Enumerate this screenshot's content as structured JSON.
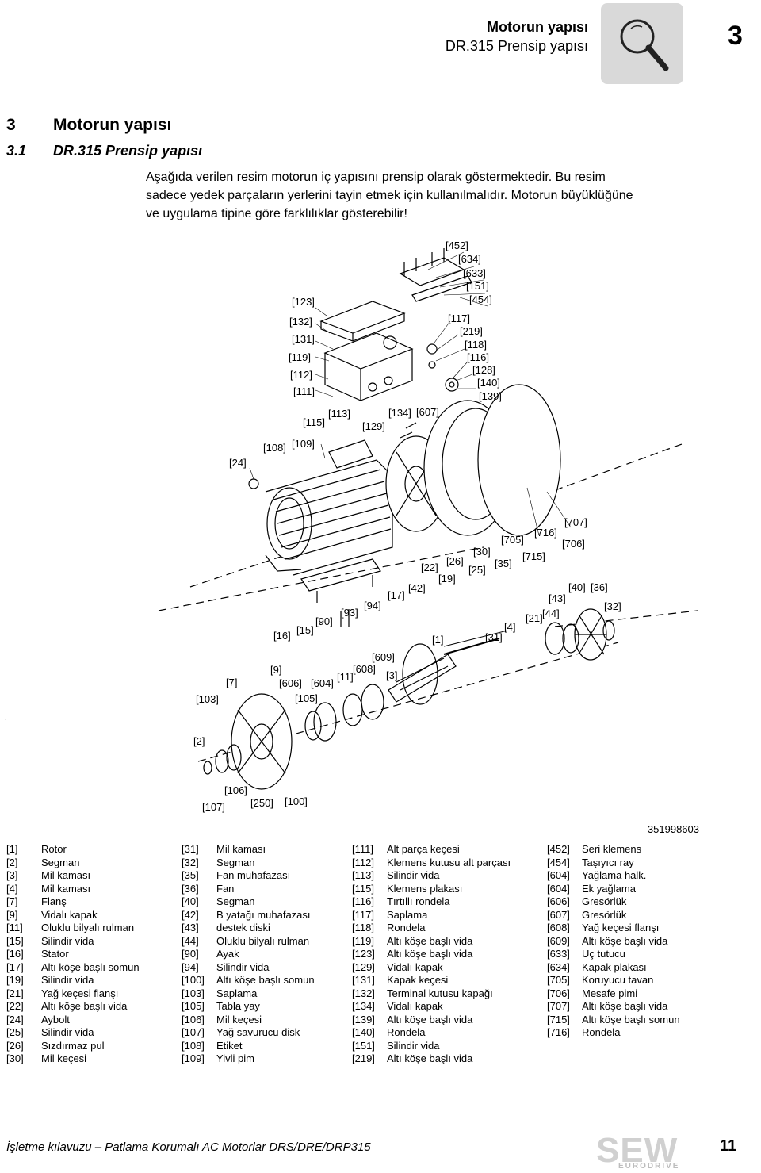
{
  "header": {
    "title": "Motorun yapısı",
    "subtitle": "DR.315 Prensip yapısı",
    "chapter": "3"
  },
  "section": {
    "number": "3",
    "title": "Motorun yapısı"
  },
  "subsection": {
    "number": "3.1",
    "title": "DR.315 Prensip yapısı"
  },
  "intro_lines": [
    "Aşağıda verilen resim motorun iç yapısını prensip olarak göstermektedir. Bu resim",
    "sadece yedek parçaların yerlerini tayin etmek için kullanılmalıdır. Motorun büyüklüğüne",
    "ve uygulama tipine göre farklılıklar gösterebilir!"
  ],
  "figure": {
    "icon": "magnifier-icon",
    "doc_id": "351998603",
    "labels": [
      "[452]",
      "[634]",
      "[633]",
      "[151]",
      "[454]",
      "[123]",
      "[132]",
      "[131]",
      "[119]",
      "[112]",
      "[111]",
      "[117]",
      "[219]",
      "[118]",
      "[116]",
      "[128]",
      "[140]",
      "[139]",
      "[113]",
      "[115]",
      "[134]",
      "[607]",
      "[129]",
      "[108]",
      "[109]",
      "[24]",
      "[707]",
      "[716]",
      "[706]",
      "[705]",
      "[30]",
      "[715]",
      "[26]",
      "[35]",
      "[22]",
      "[25]",
      "[19]",
      "[40]",
      "[36]",
      "[42]",
      "[43]",
      "[17]",
      "[32]",
      "[94]",
      "[93]",
      "[21]",
      "[44]",
      "[90]",
      "[4]",
      "[15]",
      "[16]",
      "[1]",
      "[31]",
      "[609]",
      "[9]",
      "[608]",
      "[11]",
      "[3]",
      "[7]",
      "[606]",
      "[604]",
      "[103]",
      "[105]",
      "[2]",
      "[106]",
      "[107]",
      "[250]",
      "[100]"
    ]
  },
  "legend": [
    [
      {
        "num": "[1]",
        "text": "Rotor"
      },
      {
        "num": "[2]",
        "text": "Segman"
      },
      {
        "num": "[3]",
        "text": "Mil kaması"
      },
      {
        "num": "[4]",
        "text": "Mil kaması"
      },
      {
        "num": "[7]",
        "text": "Flanş"
      },
      {
        "num": "[9]",
        "text": "Vidalı kapak"
      },
      {
        "num": "[11]",
        "text": "Oluklu bilyalı rulman"
      },
      {
        "num": "[15]",
        "text": "Silindir vida"
      },
      {
        "num": "[16]",
        "text": "Stator"
      },
      {
        "num": "[17]",
        "text": "Altı köşe başlı somun"
      },
      {
        "num": "[19]",
        "text": "Silindir vida"
      },
      {
        "num": "[21]",
        "text": "Yağ keçesi flanşı"
      },
      {
        "num": "[22]",
        "text": "Altı köşe başlı vida"
      },
      {
        "num": "[24]",
        "text": "Aybolt"
      },
      {
        "num": "[25]",
        "text": "Silindir vida"
      },
      {
        "num": "[26]",
        "text": "Sızdırmaz pul"
      },
      {
        "num": "[30]",
        "text": "Mil keçesi"
      }
    ],
    [
      {
        "num": "[31]",
        "text": "Mil kaması"
      },
      {
        "num": "[32]",
        "text": "Segman"
      },
      {
        "num": "[35]",
        "text": "Fan muhafazası"
      },
      {
        "num": "[36]",
        "text": "Fan"
      },
      {
        "num": "[40]",
        "text": "Segman"
      },
      {
        "num": "[42]",
        "text": "B yatağı muhafazası"
      },
      {
        "num": "[43]",
        "text": "destek diski"
      },
      {
        "num": "[44]",
        "text": "Oluklu bilyalı rulman"
      },
      {
        "num": "[90]",
        "text": "Ayak"
      },
      {
        "num": "[94]",
        "text": "Silindir vida"
      },
      {
        "num": "[100]",
        "text": "Altı köşe başlı somun"
      },
      {
        "num": "[103]",
        "text": "Saplama"
      },
      {
        "num": "[105]",
        "text": "Tabla yay"
      },
      {
        "num": "[106]",
        "text": "Mil keçesi"
      },
      {
        "num": "[107]",
        "text": "Yağ savurucu disk"
      },
      {
        "num": "[108]",
        "text": "Etiket"
      },
      {
        "num": "[109]",
        "text": "Yivli pim"
      }
    ],
    [
      {
        "num": "[111]",
        "text": "Alt parça keçesi"
      },
      {
        "num": "[112]",
        "text": "Klemens kutusu alt parçası"
      },
      {
        "num": "[113]",
        "text": "Silindir vida"
      },
      {
        "num": "[115]",
        "text": "Klemens plakası"
      },
      {
        "num": "[116]",
        "text": "Tırtıllı rondela"
      },
      {
        "num": "[117]",
        "text": "Saplama"
      },
      {
        "num": "[118]",
        "text": "Rondela"
      },
      {
        "num": "[119]",
        "text": "Altı köşe başlı vida"
      },
      {
        "num": "[123]",
        "text": "Altı köşe başlı vida"
      },
      {
        "num": "[129]",
        "text": "Vidalı kapak"
      },
      {
        "num": "[131]",
        "text": "Kapak keçesi"
      },
      {
        "num": "[132]",
        "text": "Terminal kutusu kapağı"
      },
      {
        "num": "[134]",
        "text": "Vidalı kapak"
      },
      {
        "num": "[139]",
        "text": "Altı köşe başlı vida"
      },
      {
        "num": "[140]",
        "text": "Rondela"
      },
      {
        "num": "[151]",
        "text": "Silindir vida"
      },
      {
        "num": "[219]",
        "text": "Altı köşe başlı vida"
      }
    ],
    [
      {
        "num": "[452]",
        "text": "Seri klemens"
      },
      {
        "num": "[454]",
        "text": "Taşıyıcı ray"
      },
      {
        "num": "[604]",
        "text": "Yağlama halk."
      },
      {
        "num": "[604]",
        "text": "Ek yağlama"
      },
      {
        "num": "[606]",
        "text": "Gresörlük"
      },
      {
        "num": "[607]",
        "text": "Gresörlük"
      },
      {
        "num": "[608]",
        "text": "Yağ keçesi flanşı"
      },
      {
        "num": "[609]",
        "text": "Altı köşe başlı vida"
      },
      {
        "num": "[633]",
        "text": "Uç tutucu"
      },
      {
        "num": "[634]",
        "text": "Kapak plakası"
      },
      {
        "num": "[705]",
        "text": "Koruyucu tavan"
      },
      {
        "num": "[706]",
        "text": "Mesafe pimi"
      },
      {
        "num": "[707]",
        "text": "Altı köşe başlı vida"
      },
      {
        "num": "[715]",
        "text": "Altı köşe başlı somun"
      },
      {
        "num": "[716]",
        "text": "Rondela"
      }
    ]
  ],
  "footer": {
    "text": "İşletme kılavuzu – Patlama Korumalı AC Motorlar DRS/DRE/DRP315",
    "page": "11",
    "logo": "SEW",
    "logo_sub": "EURODRIVE"
  }
}
